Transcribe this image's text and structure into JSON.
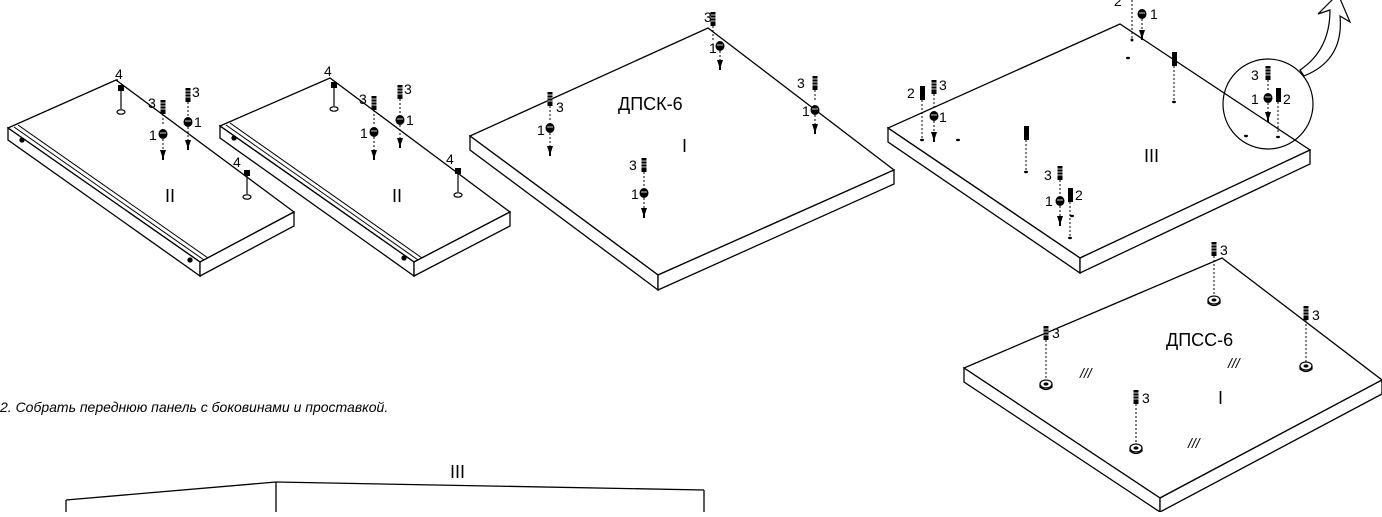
{
  "step_caption": "2. Собрать переднюю панель с боковинами и проставкой.",
  "panel_labels": {
    "side_left": "II",
    "side_right": "II",
    "top_panel_name": "ДПСК-6",
    "top_panel_num": "I",
    "back_panel": "III",
    "bottom_panel_name": "ДПСС-6",
    "bottom_panel_num": "I",
    "lower_assembly": "III"
  },
  "part_numbers": {
    "dowel": "1",
    "cam": "2",
    "screw": "3",
    "support": "4"
  },
  "glass_hatch": "///",
  "colors": {
    "line": "#000000",
    "background": "#ffffff"
  }
}
